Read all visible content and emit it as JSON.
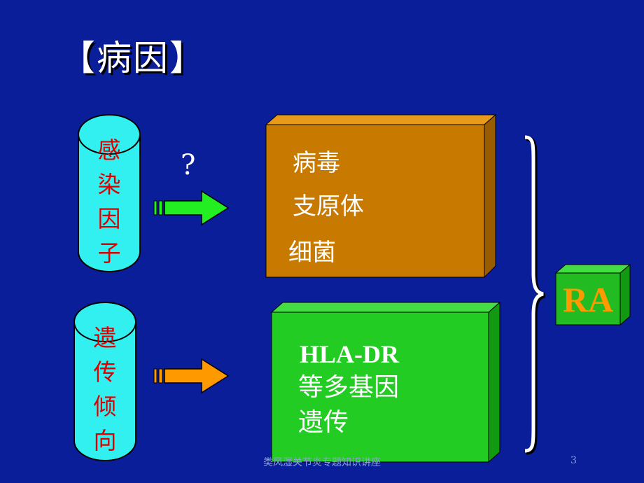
{
  "title": "【病因】",
  "factors": [
    {
      "label": [
        "感",
        "染",
        "因",
        "子"
      ],
      "question": "?"
    },
    {
      "label": [
        "遗",
        "传",
        "倾",
        "向"
      ]
    }
  ],
  "infection_box": {
    "items": [
      "病毒",
      "支原体",
      "细菌"
    ]
  },
  "genetic_box": {
    "items": [
      "HLA-DR",
      "等多基因",
      "遗传"
    ]
  },
  "result": {
    "label": "RA"
  },
  "footer": {
    "caption": "类风湿关节炎专题知识讲座",
    "page_number": "3"
  },
  "colors": {
    "background": "#0A1E9A",
    "cylinder": "#33F0F0",
    "cylinder_text": "#E00000",
    "arrow_infection": "#22EE22",
    "arrow_genetic": "#FF9900",
    "box_infection": "#C87A00",
    "box_genetic": "#22CC22",
    "ra_box": "#22BB22",
    "ra_text": "#FF9900"
  }
}
